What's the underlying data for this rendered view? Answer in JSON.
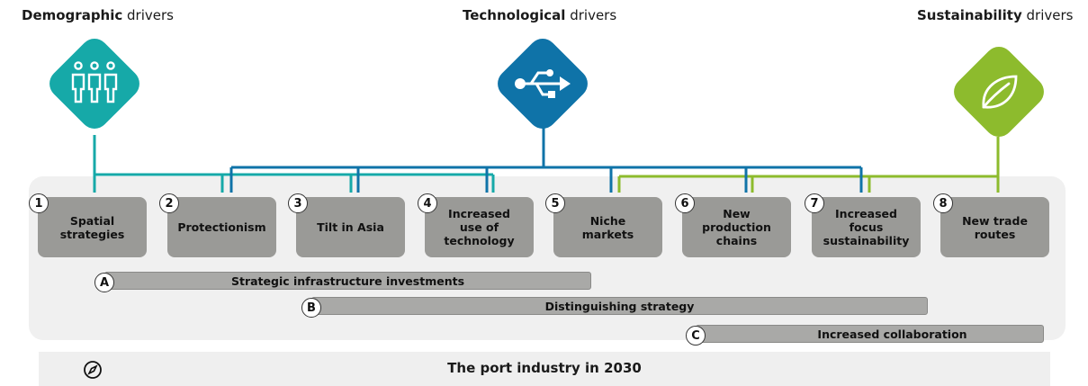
{
  "drivers": {
    "demographic": {
      "bold": "Demographic",
      "rest": " drivers",
      "color": "#16a9a8",
      "icon": "people-icon"
    },
    "technological": {
      "bold": "Technological",
      "rest": " drivers",
      "color": "#0f73a8",
      "icon": "usb-icon"
    },
    "sustainability": {
      "bold": "Sustainability",
      "rest": " drivers",
      "color": "#8dbb2d",
      "icon": "leaf-icon"
    }
  },
  "trends": [
    {
      "num": "1",
      "lines": [
        "Spatial",
        "strategies"
      ]
    },
    {
      "num": "2",
      "lines": [
        "Protectionism"
      ]
    },
    {
      "num": "3",
      "lines": [
        "Tilt in Asia"
      ]
    },
    {
      "num": "4",
      "lines": [
        "Increased",
        "use of",
        "technology"
      ]
    },
    {
      "num": "5",
      "lines": [
        "Niche",
        "markets"
      ]
    },
    {
      "num": "6",
      "lines": [
        "New",
        "production",
        "chains"
      ]
    },
    {
      "num": "7",
      "lines": [
        "Increased",
        "focus",
        "sustainability"
      ]
    },
    {
      "num": "8",
      "lines": [
        "New trade",
        "routes"
      ]
    }
  ],
  "strategies": [
    {
      "letter": "A",
      "label": "Strategic infrastructure investments"
    },
    {
      "letter": "B",
      "label": "Distinguishing strategy"
    },
    {
      "letter": "C",
      "label": "Increased collaboration"
    }
  ],
  "footer": {
    "title": "The port industry in 2030",
    "icon": "compass-icon"
  },
  "colors": {
    "box": "#9a9a97",
    "bar": "#a9a9a7",
    "panel": "#f0f0f0"
  }
}
